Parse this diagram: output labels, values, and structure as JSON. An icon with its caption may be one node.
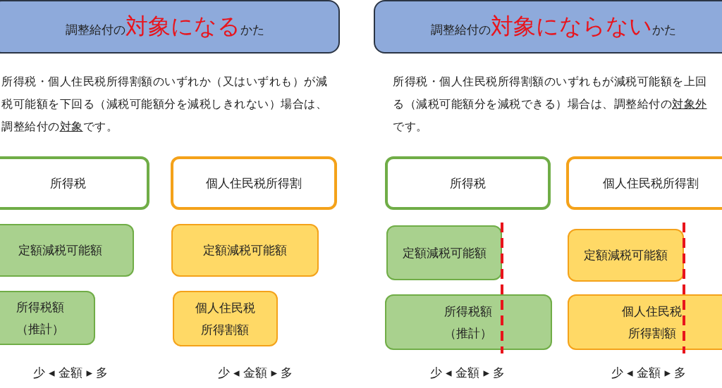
{
  "diagram": {
    "nodes": [
      {
        "text": [
          "調整給付の**対象になる**かた"
        ]
      },
      {
        "text": [
          "所得税"
        ]
      },
      {
        "text": [
          "個人住民税所得割"
        ]
      },
      {
        "text": [
          "定額減税可能額"
        ]
      },
      {
        "text": [
          "定額減税可能額"
        ]
      },
      {
        "text": [
          "所得税額（推計）"
        ]
      },
      {
        "text": [
          "個人住民税所得割額"
        ]
      },
      {
        "text": [
          "調整給付の**対象にならない**かた"
        ]
      },
      {
        "text": [
          "所得税"
        ]
      },
      {
        "text": [
          "個人住民税所得割"
        ]
      },
      {
        "text": [
          "定額減税可能額"
        ]
      },
      {
        "text": [
          "定額減税可能額"
        ]
      },
      {
        "text": [
          "所得税額（推計）"
        ]
      },
      {
        "text": [
          "個人住民税所得割額"
        ]
      }
    ],
    "labels": [
      "所得税・個人住民税所得割額のいずれか（又はいずれも）が減税可能額を下回る（減税可能額分を減税しきれない）場合は、調整給付の**対象**です。",
      "所得税・個人住民税所得割額のいずれもが減税可能額を上回る（減税可能額分を減税できる）場合は、調整給付の**対象外**です。",
      "少 ◂ 金額 ▸ 多",
      "少 ◂ 金額 ▸ 多",
      "少 ◂ 金額 ▸ 多",
      "少 ◂ 金額 ▸ 多"
    ]
  }
}
